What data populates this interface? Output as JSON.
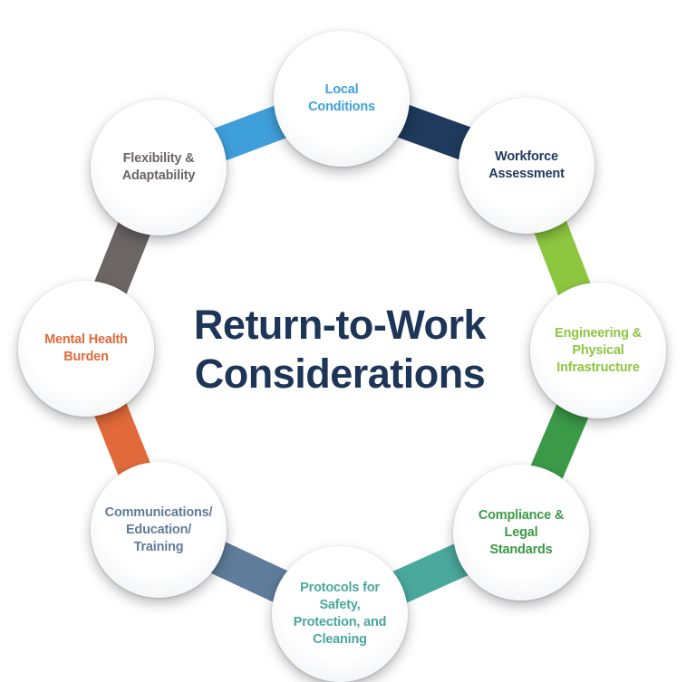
{
  "title": {
    "text": "Return-to-Work\nConsiderations",
    "color": "#1d3557"
  },
  "nodes": [
    {
      "id": "local-conditions",
      "label": "Local\nConditions",
      "color": "#3f9fdb"
    },
    {
      "id": "workforce-assessment",
      "label": "Workforce\nAssessment",
      "color": "#1f3a5c"
    },
    {
      "id": "engineering-physical-infrastructure",
      "label": "Engineering &\nPhysical\nInfrastructure",
      "color": "#8dc63f"
    },
    {
      "id": "compliance-legal-standards",
      "label": "Compliance &\nLegal\nStandards",
      "color": "#3b9a47"
    },
    {
      "id": "protocols-safety",
      "label": "Protocols for\nSafety,\nProtection, and\nCleaning",
      "color": "#4aa89c"
    },
    {
      "id": "communications-education-training",
      "label": "Communications/\nEducation/\nTraining",
      "color": "#5f7d9b"
    },
    {
      "id": "mental-health-burden",
      "label": "Mental Health\nBurden",
      "color": "#e26a3a"
    },
    {
      "id": "flexibility-adaptability",
      "label": "Flexibility &\nAdaptability",
      "color": "#6b6566"
    }
  ],
  "connectors": [
    {
      "from": "local-conditions",
      "to": "workforce-assessment",
      "color": "#1f3a5c"
    },
    {
      "from": "workforce-assessment",
      "to": "engineering-physical-infrastructure",
      "color": "#8dc63f"
    },
    {
      "from": "engineering-physical-infrastructure",
      "to": "compliance-legal-standards",
      "color": "#3b9a47"
    },
    {
      "from": "compliance-legal-standards",
      "to": "protocols-safety",
      "color": "#4aa89c"
    },
    {
      "from": "protocols-safety",
      "to": "communications-education-training",
      "color": "#5f7d9b"
    },
    {
      "from": "communications-education-training",
      "to": "mental-health-burden",
      "color": "#e26a3a"
    },
    {
      "from": "mental-health-burden",
      "to": "flexibility-adaptability",
      "color": "#6b6566"
    },
    {
      "from": "flexibility-adaptability",
      "to": "local-conditions",
      "color": "#3f9fdb"
    }
  ]
}
